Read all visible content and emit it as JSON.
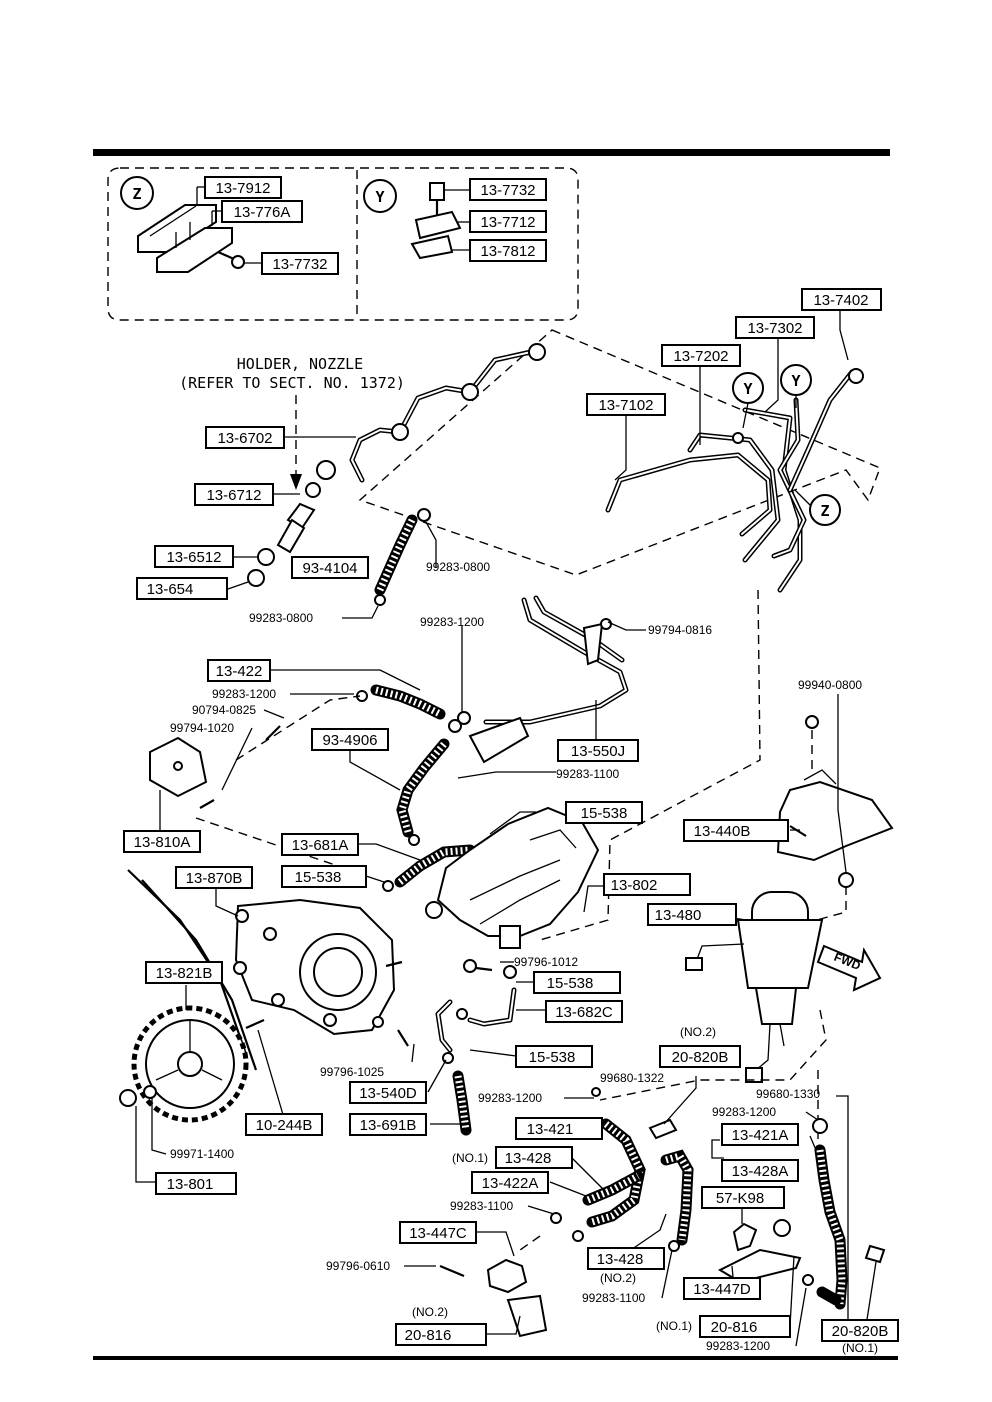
{
  "callouts": {
    "z": "Z",
    "y": "Y",
    "holder_line1": "HOLDER, NOZZLE",
    "holder_line2": "(REFER TO SECT. NO. 1372)",
    "fwd": "FWD"
  },
  "boxes": {
    "b13_7912": "13-7912",
    "b13_776A": "13-776A",
    "b13_7732a": "13-7732",
    "b13_7732b": "13-7732",
    "b13_7712": "13-7712",
    "b13_7812": "13-7812",
    "b13_7402": "13-7402",
    "b13_7302": "13-7302",
    "b13_7202": "13-7202",
    "b13_7102": "13-7102",
    "b13_6702": "13-6702",
    "b13_6712": "13-6712",
    "b13_6512": "13-6512",
    "b13_654": "13-654",
    "b93_4104": "93-4104",
    "b13_422": "13-422",
    "b13_550J": "13-550J",
    "b93_4906": "93-4906",
    "b15_538a": "15-538",
    "b13_810A": "13-810A",
    "b13_681A": "13-681A",
    "b15_538b": "15-538",
    "b13_440B": "13-440B",
    "b13_870B": "13-870B",
    "b13_802": "13-802",
    "b13_480": "13-480",
    "b13_821B": "13-821B",
    "b15_538c": "15-538",
    "b13_682C": "13-682C",
    "b15_538d": "15-538",
    "b20_820Ba": "20-820B",
    "b13_540D": "13-540D",
    "b13_691B": "13-691B",
    "b10_244B": "10-244B",
    "b13_421": "13-421",
    "b13_421A": "13-421A",
    "b13_428a": "13-428",
    "b13_428A": "13-428A",
    "b13_422A": "13-422A",
    "b57_K98": "57-K98",
    "b13_801": "13-801",
    "b13_447C": "13-447C",
    "b13_428b": "13-428",
    "b13_447D": "13-447D",
    "b20_816a": "20-816",
    "b20_816b": "20-816",
    "b20_820Bb": "20-820B"
  },
  "part_numbers": {
    "p99283_0800a": "99283-0800",
    "p99283_0800b": "99283-0800",
    "p99283_1200a": "99283-1200",
    "p99794_0816": "99794-0816",
    "p99283_1200b": "99283-1200",
    "p90794_0825": "90794-0825",
    "p99794_1020": "99794-1020",
    "p99283_1100a": "99283-1100",
    "p99940_0800": "99940-0800",
    "p99796_1012": "99796-1012",
    "p99796_1025": "99796-1025",
    "p99680_1322": "99680-1322",
    "p99283_1200c": "99283-1200",
    "p99680_1330": "99680-1330",
    "p99283_1200d": "99283-1200",
    "p99971_1400": "99971-1400",
    "p99283_1100b": "99283-1100",
    "p99796_0610": "99796-0610",
    "p99283_1100c": "99283-1100",
    "p99283_1200e": "99283-1200"
  },
  "qualifiers": {
    "no2a": "(NO.2)",
    "no1a": "(NO.1)",
    "no2b": "(NO.2)",
    "no2c": "(NO.2)",
    "no1b": "(NO.1)",
    "no1c": "(NO.1)"
  }
}
